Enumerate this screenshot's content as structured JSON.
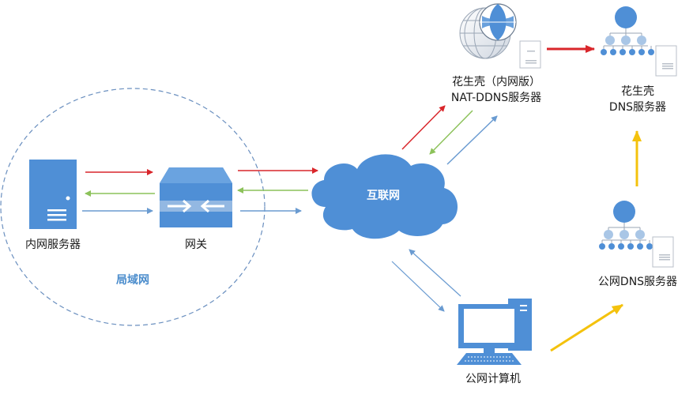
{
  "nodes": {
    "lan_server": "内网服务器",
    "gateway": "网关",
    "lan": "局域网",
    "internet": "互联网",
    "nat_ddns_line1": "花生壳（内网版）",
    "nat_ddns_line2": "NAT-DDNS服务器",
    "hsk_dns_line1": "花生壳",
    "hsk_dns_line2": "DNS服务器",
    "public_dns": "公网DNS服务器",
    "public_pc": "公网计算机"
  },
  "icons": {
    "lan_server": "server-tower-icon",
    "gateway": "gateway-router-icon",
    "internet": "cloud-icon",
    "nat_ddns": "globe-server-icon",
    "hsk_dns": "dns-hierarchy-icon",
    "public_dns": "dns-hierarchy-icon",
    "public_pc": "desktop-computer-icon"
  },
  "colors": {
    "red_arrow": "#d9262b",
    "green_arrow": "#8cc25a",
    "blue_arrow": "#6a9bd1",
    "yellow_arrow": "#f4c20d",
    "node_blue": "#4f8fd6",
    "lan_dash": "#6a8fbf"
  }
}
